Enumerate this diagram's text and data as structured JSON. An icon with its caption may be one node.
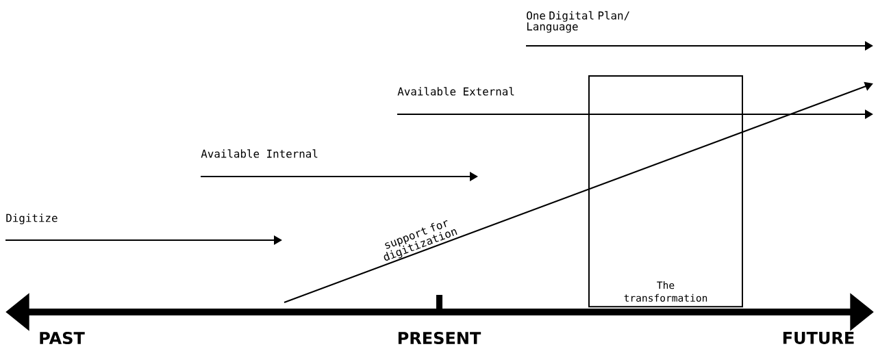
{
  "diagram": {
    "nodes": [
      {
        "text": [
          "The transformation"
        ]
      }
    ],
    "labels": [
      "One Digital Plan/ Language",
      "Available External",
      "Available Internal",
      "Digitize",
      "support for digitization",
      "PAST",
      "PRESENT",
      "FUTURE"
    ]
  }
}
